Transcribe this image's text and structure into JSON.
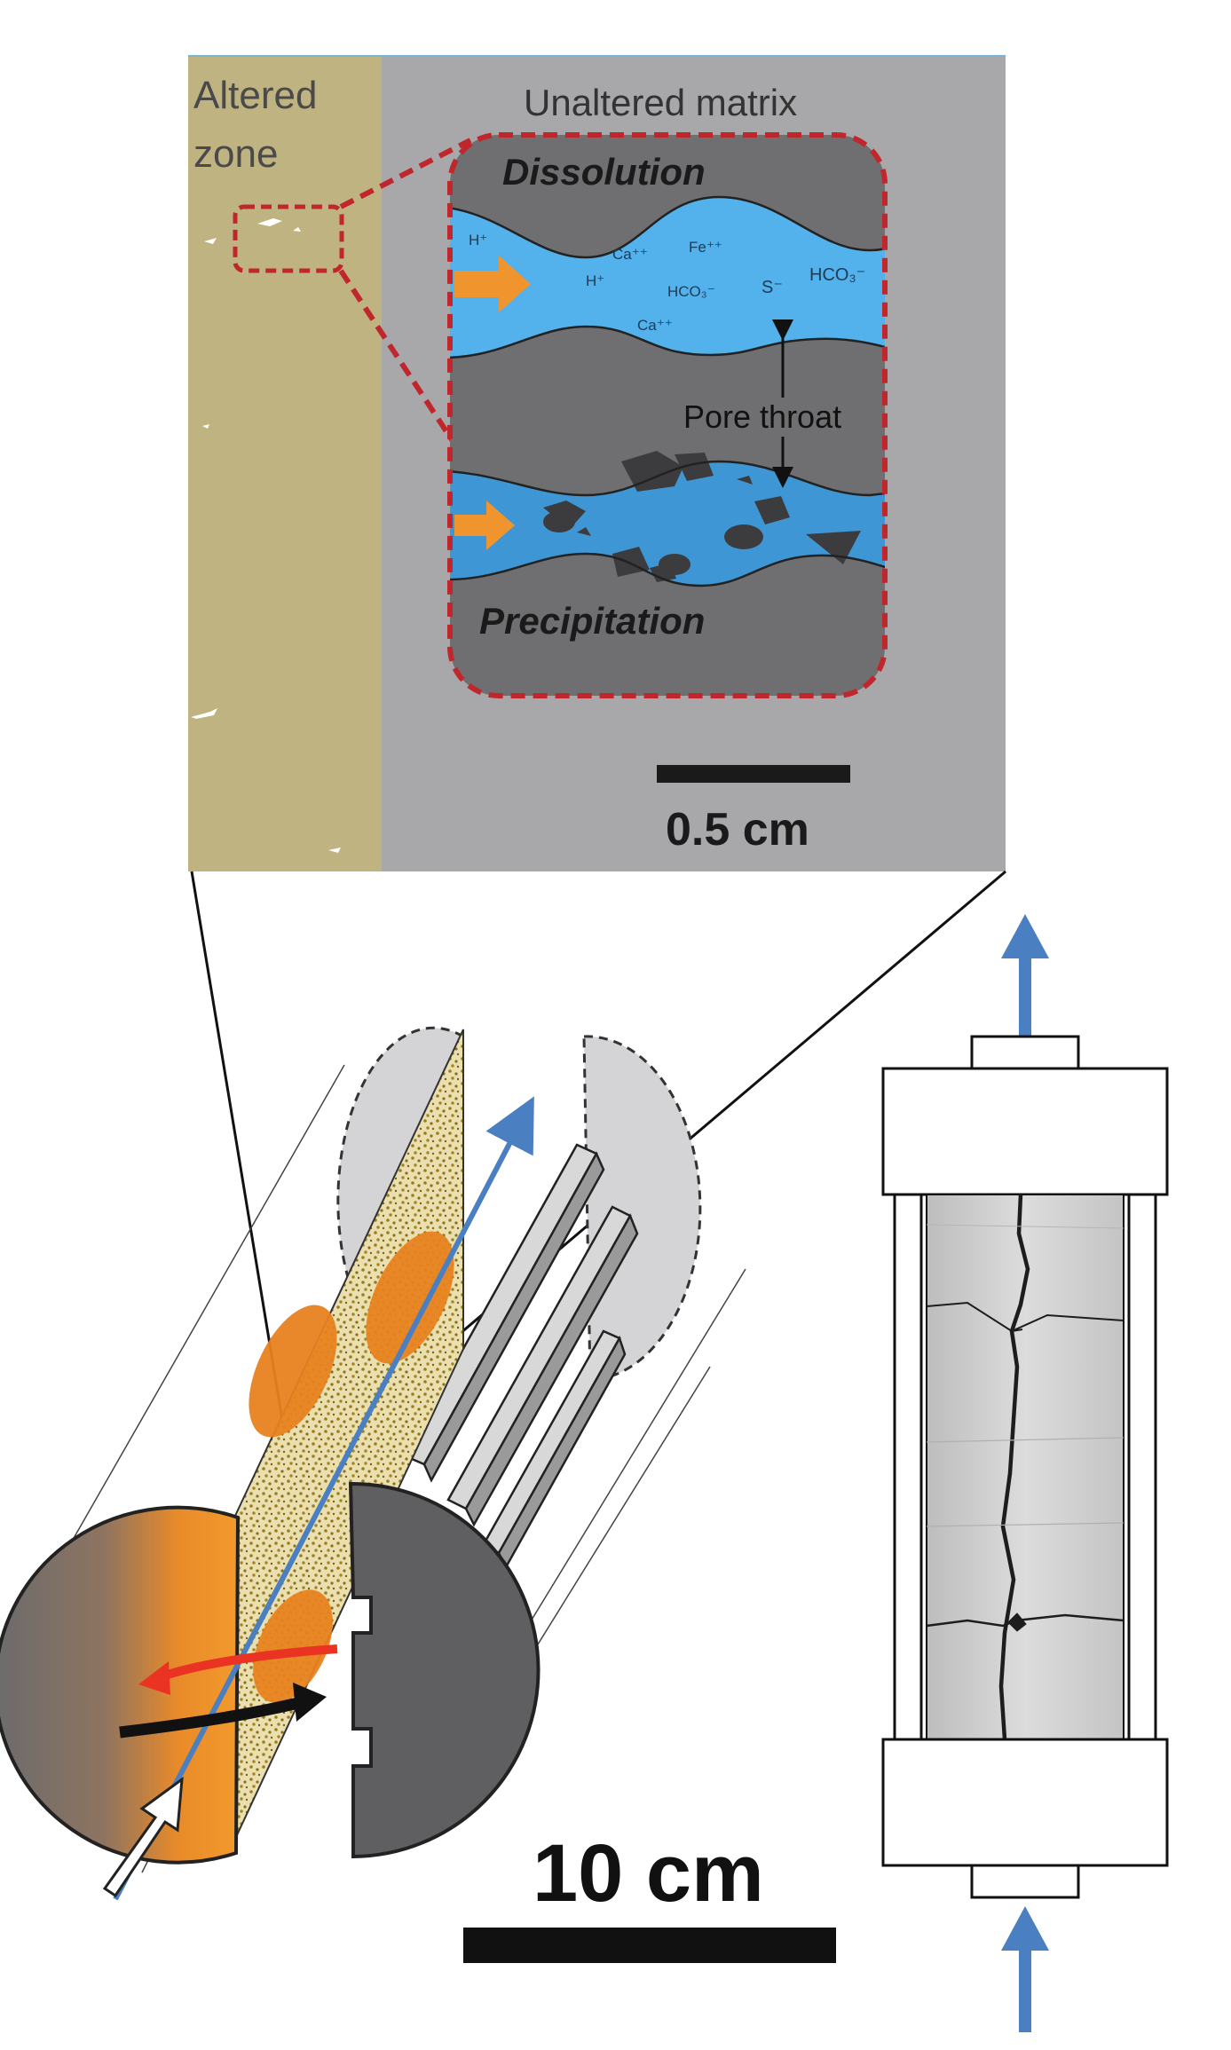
{
  "inset": {
    "altered_zone_line1": "Altered",
    "altered_zone_line2": "zone",
    "unaltered_matrix": "Unaltered matrix",
    "scale_bar_label": "0.5 cm"
  },
  "pore_panel": {
    "dissolution": "Dissolution",
    "precipitation": "Precipitation",
    "pore_throat": "Pore throat",
    "ions": [
      "H⁺",
      "Ca⁺⁺",
      "Fe⁺⁺",
      "H⁺",
      "HCO₃⁻",
      "S⁻",
      "HCO₃⁻",
      "Ca⁺⁺"
    ]
  },
  "main": {
    "scale_bar_label": "10 cm"
  },
  "colors": {
    "altered_zone": "#bfb381",
    "unaltered_matrix": "#a8a7a9",
    "pore_grain": "#6f6e70",
    "fluid_light": "#53b2ec",
    "fluid_dark": "#3e97d4",
    "frame_dash": "#c0272d",
    "flow_arrow": "#f0952e",
    "blue_arrow": "#4a7fc1",
    "red_arrow": "#ea3323",
    "orange_zone": "#e8821f",
    "dark_core": "#5f5e60",
    "light_core": "#d4d4d6",
    "fracture_fill": "#e6d9a6"
  }
}
